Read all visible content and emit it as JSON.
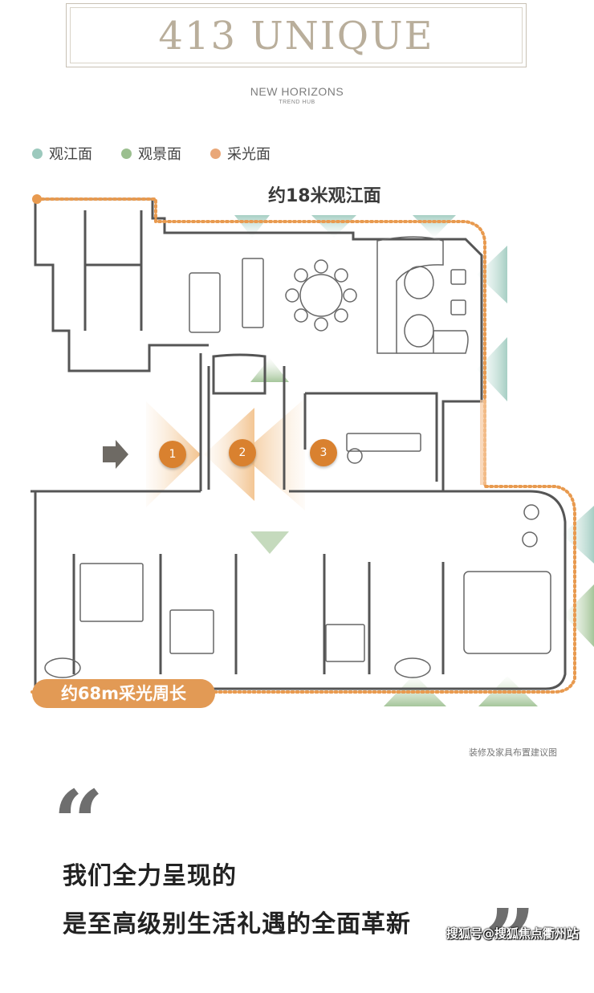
{
  "brand": {
    "title": "413 UNIQUE",
    "subtitle": "NEW HORIZONS",
    "subtitle_small": "TREND HUB"
  },
  "legend": [
    {
      "label": "观江面",
      "color": "#9cc9bd"
    },
    {
      "label": "观景面",
      "color": "#9bbf8f"
    },
    {
      "label": "采光面",
      "color": "#e9a778"
    }
  ],
  "plan": {
    "river_label": "约18米观江面",
    "perimeter_label": "约68m采光周长",
    "markers": [
      "1",
      "2",
      "3"
    ],
    "caption": "装修及家具布置建议图"
  },
  "quote": {
    "open": "“",
    "close": "”",
    "line1": "我们全力呈现的",
    "line2": "是至高级别生活礼遇的全面革新"
  },
  "watermark": "搜狐号@搜狐焦点衢州站",
  "colors": {
    "orange": "#e89a4f",
    "wall": "#555555",
    "river": "#9cc9bd",
    "view": "#9bbf8f"
  }
}
